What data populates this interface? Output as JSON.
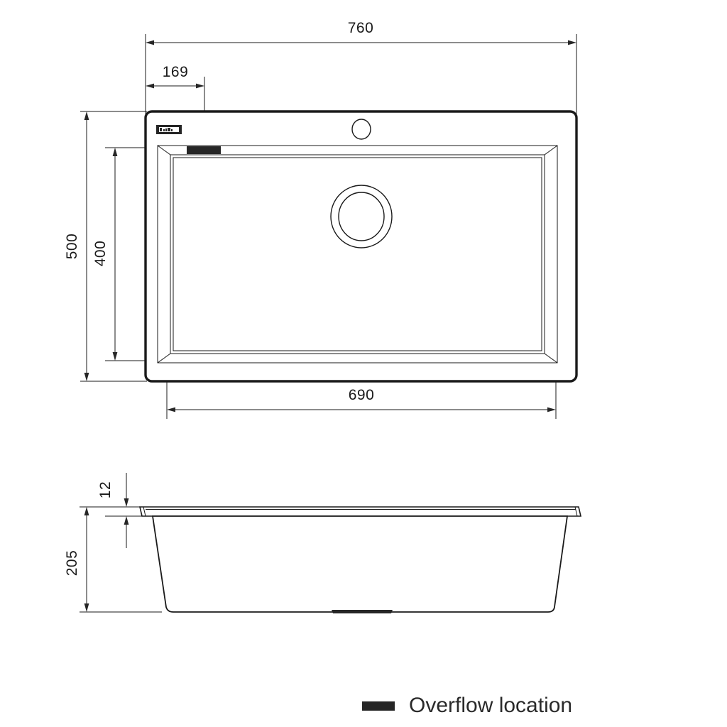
{
  "document": {
    "type": "technical-drawing",
    "subject": "kitchen sink",
    "views": [
      "plan-view",
      "side-elevation"
    ],
    "units": "mm",
    "background_color": "#ffffff",
    "line_color": "#1a1a1a",
    "accent_color": "#262626"
  },
  "plan_view": {
    "name": "plan-view",
    "dimensions": {
      "overall_width": "760",
      "overall_depth": "500",
      "bowl_width": "690",
      "bowl_depth": "400",
      "overflow_offset": "169"
    },
    "features": {
      "tap_hole_label": "tap-hole",
      "drain_label": "drain-waste-outlet",
      "brand_logo_label": "brand-logo",
      "overflow_slot_label": "overflow-slot"
    }
  },
  "side_view": {
    "name": "side-elevation",
    "dimensions": {
      "rim_thickness": "12",
      "bowl_depth": "205"
    },
    "features": {
      "overflow_mark_label": "overflow-location-mark"
    }
  },
  "legend": {
    "swatch_color": "#262626",
    "label": "Overflow location"
  }
}
